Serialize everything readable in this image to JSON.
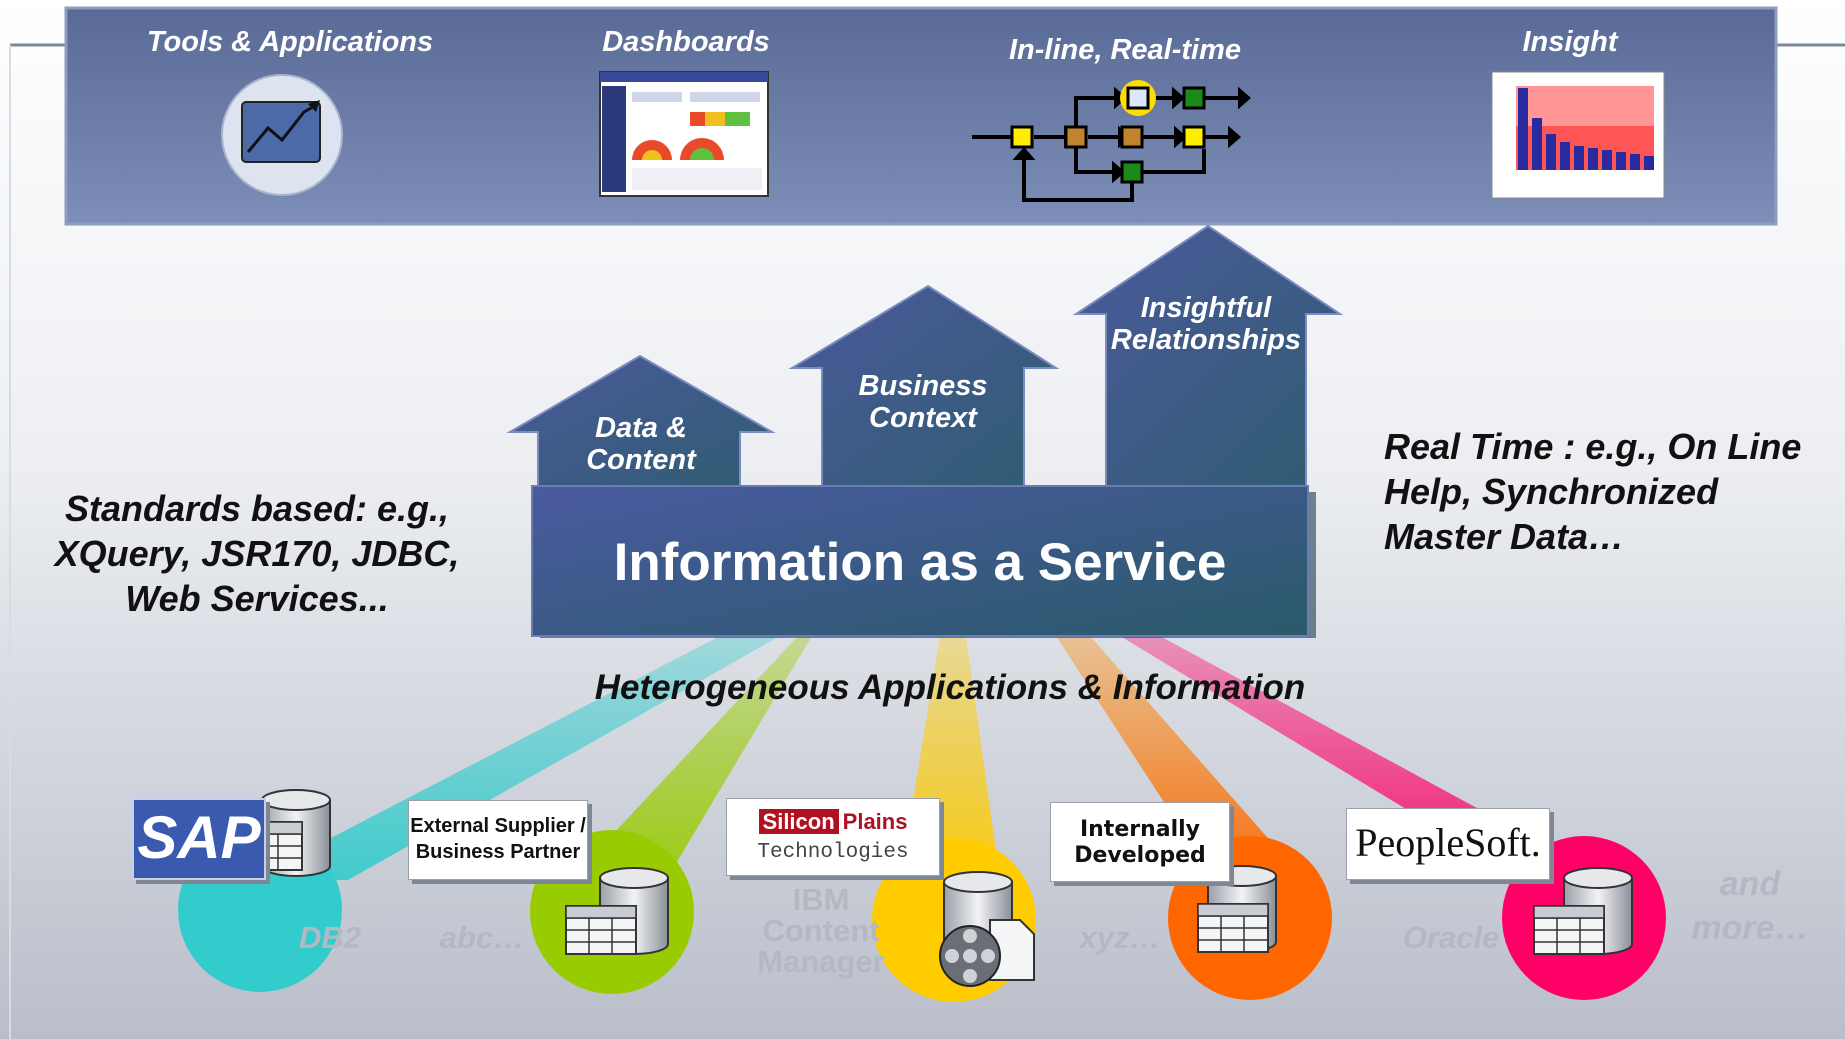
{
  "banner": {
    "items": [
      {
        "label": "Tools & Applications",
        "icon": "trend-chart-icon"
      },
      {
        "label": "Dashboards",
        "icon": "dashboard-screenshot-icon"
      },
      {
        "label": "In-line, Real-time",
        "icon": "process-flow-icon"
      },
      {
        "label": "Insight",
        "icon": "bar-chart-icon"
      }
    ]
  },
  "arrows": [
    {
      "label": "Data & Content"
    },
    {
      "label": "Business Context"
    },
    {
      "label": "Insightful Relationships"
    }
  ],
  "service": {
    "label": "Information as a Service"
  },
  "left_note": "Standards based: e.g., XQuery, JSR170, JDBC, Web Services...",
  "right_note": "Real Time : e.g., On Line Help, Synchronized Master Data…",
  "hetero_label": "Heterogeneous Applications & Information",
  "logos": {
    "sap": "SAP",
    "external": "External Supplier / Business Partner",
    "silicon_1": "Silicon",
    "silicon_2": "Plains",
    "silicon_3": "Technologies",
    "internal": "Internally Developed",
    "peoplesoft": "PeopleSoft."
  },
  "sources": [
    {
      "label": "DB2",
      "color": "#33cccc"
    },
    {
      "label": "abc…",
      "color": "#99cc00"
    },
    {
      "label": "IBM Content Manager",
      "color": "#ffcc00"
    },
    {
      "label": "xyz…",
      "color": "#ff6600"
    },
    {
      "label": "Oracle",
      "color": "#ff0066"
    },
    {
      "label": "and more…",
      "color": "#b4b8c2"
    }
  ],
  "colors": {
    "banner": "#6a7ba6",
    "arrow": "#40548f",
    "service": "#3a5a86"
  }
}
